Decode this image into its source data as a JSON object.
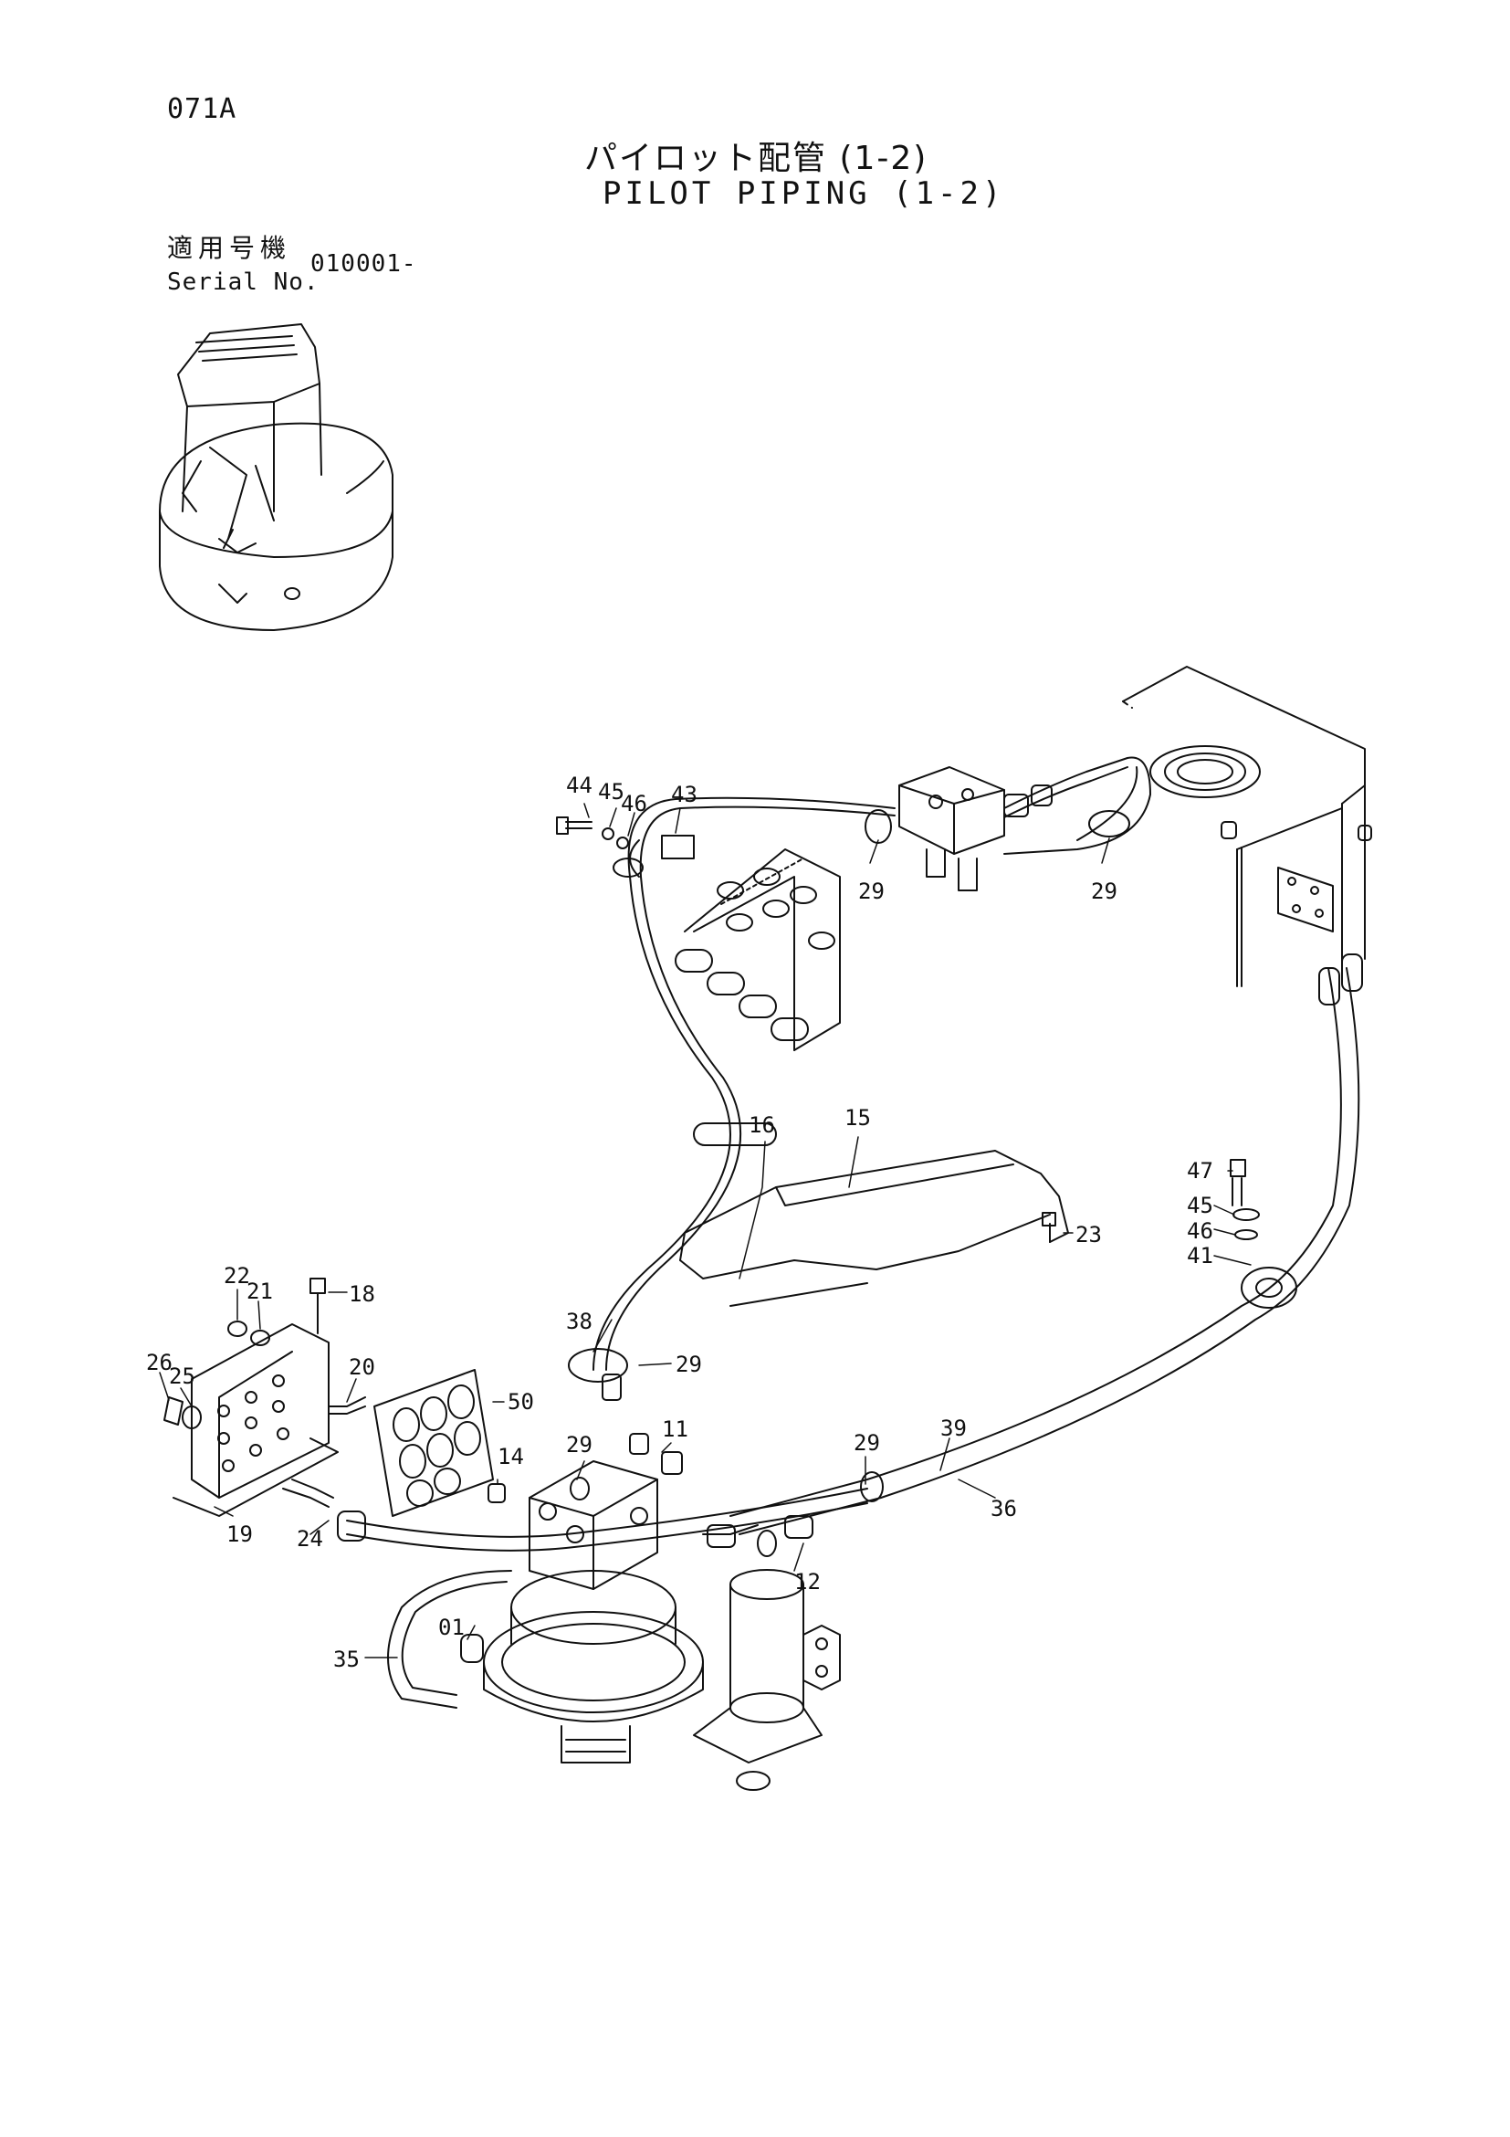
{
  "header": {
    "page_code": "071A",
    "title_jp": "パイロット配管 (1-2)",
    "title_en": "PILOT PIPING (1-2)"
  },
  "serial": {
    "label_jp": "適用号機",
    "label_en": "Serial No.",
    "value": "010001-"
  },
  "callouts": [
    "44",
    "45",
    "46",
    "43",
    "29",
    "29",
    "16",
    "15",
    "47",
    "45",
    "46",
    "41",
    "23",
    "22",
    "21",
    "18",
    "26",
    "25",
    "20",
    "50",
    "38",
    "29",
    "14",
    "11",
    "29",
    "39",
    "29",
    "36",
    "19",
    "24",
    "12",
    "01",
    "35"
  ]
}
